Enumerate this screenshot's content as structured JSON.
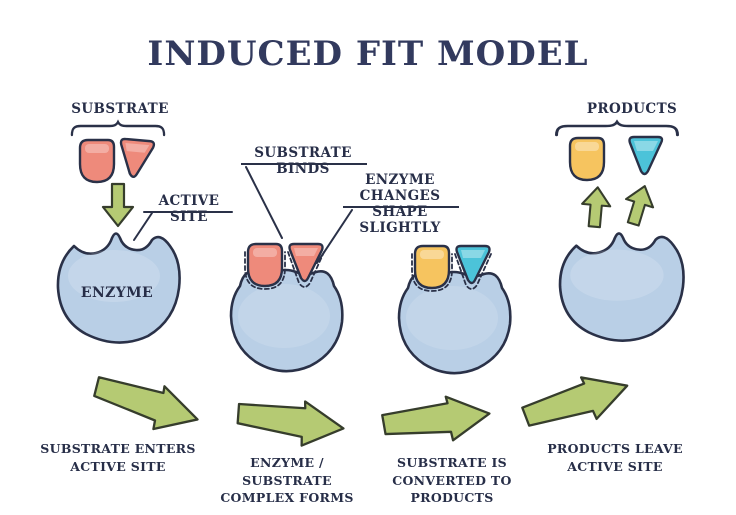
{
  "title": "INDUCED FIT MODEL",
  "colors": {
    "title-color": "#323a5e",
    "ink": "#272e48",
    "line": "#2a3148",
    "enzyme-fill": "#b9cfe6",
    "enzyme-stroke": "#2a3148",
    "substrate-fill": "#ee8a7b",
    "product-yellow": "#f6c45f",
    "product-teal": "#4cc3d9",
    "arrow-fill": "#b5ca73",
    "arrow-stroke": "#363d2c",
    "bg": "#ffffff"
  },
  "stage1": {
    "substrate_label": "SUBSTRATE",
    "active_site_label": "ACTIVE SITE",
    "enzyme_label": "ENZYME",
    "caption": "SUBSTRATE ENTERS\nACTIVE SITE"
  },
  "stage2": {
    "binds_label": "SUBSTRATE BINDS",
    "changes_label": "ENZYME CHANGES\nSHAPE SLIGHTLY",
    "caption": "ENZYME / SUBSTRATE\nCOMPLEX FORMS"
  },
  "stage3": {
    "caption": "SUBSTRATE IS\nCONVERTED TO PRODUCTS"
  },
  "stage4": {
    "products_label": "PRODUCTS",
    "caption": "PRODUCTS LEAVE\nACTIVE SITE"
  }
}
